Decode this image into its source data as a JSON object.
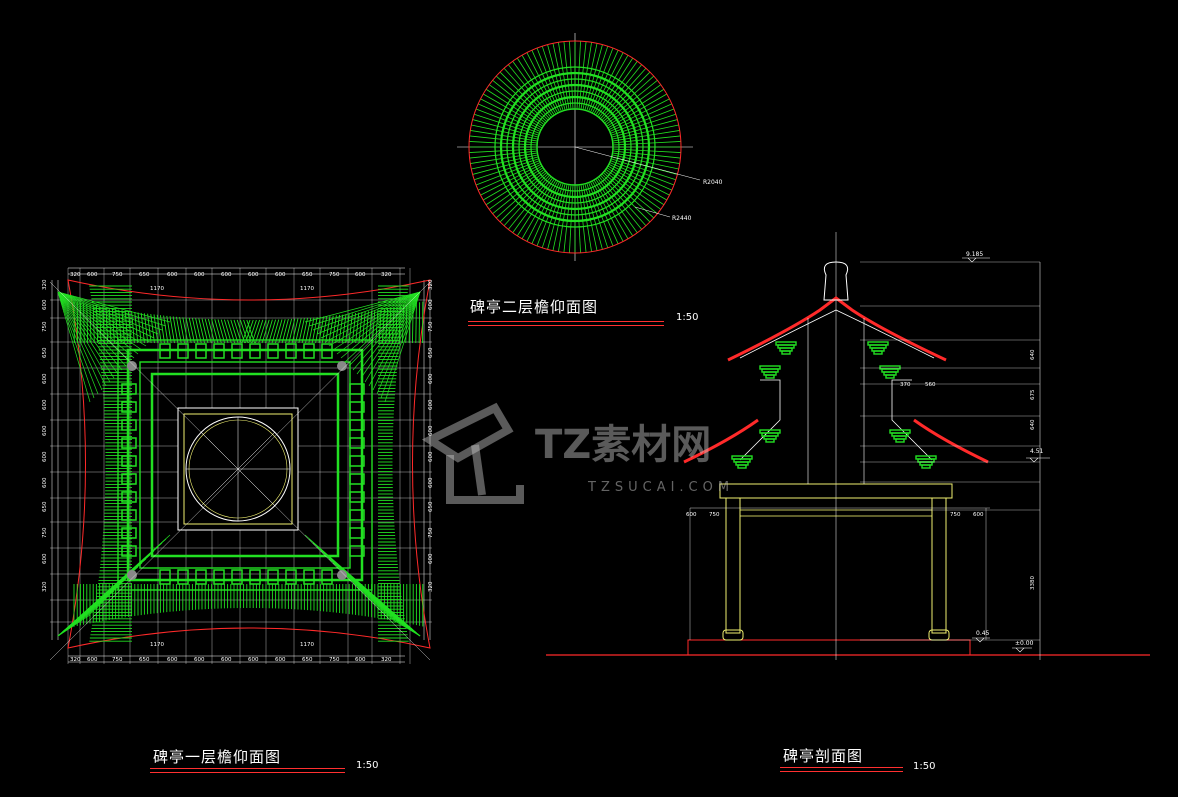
{
  "drawings": {
    "upper_eave": {
      "title": "碑亭二层檐仰面图",
      "scale": "1:50",
      "radius_inner": "R2040",
      "radius_outer": "R2440"
    },
    "lower_eave": {
      "title": "碑亭一层檐仰面图",
      "scale": "1:50",
      "top_dims": [
        "320",
        "600",
        "750",
        "650",
        "600",
        "600",
        "600",
        "600",
        "600",
        "650",
        "750",
        "600",
        "320"
      ],
      "sub_dims": [
        "1170",
        "1170"
      ],
      "side_dims": [
        "320",
        "600",
        "750",
        "650",
        "600",
        "600",
        "600",
        "600",
        "600",
        "650",
        "750",
        "600",
        "320"
      ]
    },
    "section": {
      "title": "碑亭剖面图",
      "scale": "1:50",
      "elevations": [
        "9.185",
        "4.51",
        "0.45",
        "±0.00"
      ],
      "dims_right": [
        "640",
        "675",
        "640",
        "3380"
      ],
      "dims_bottom": [
        "600",
        "750",
        "750",
        "600"
      ],
      "small_dims": [
        "370",
        "560"
      ]
    }
  },
  "watermark": {
    "brand": "TZ素材网",
    "url": "TZSUCAI.COM"
  },
  "colors": {
    "green": "#22e022",
    "red": "#ff2a2a",
    "yellow": "#f0f070",
    "white": "#ffffff"
  }
}
